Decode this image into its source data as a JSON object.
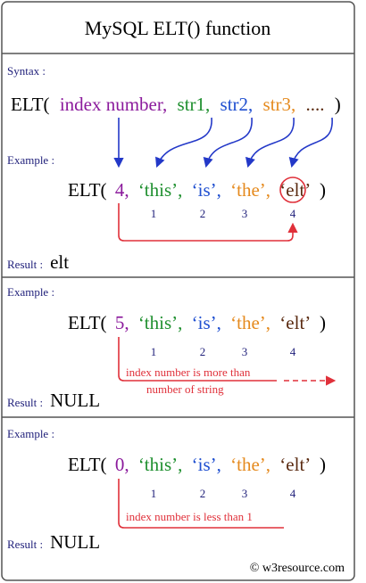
{
  "title": "MySQL ELT() function",
  "syntax": {
    "label": "Syntax :",
    "func": "ELT(",
    "args": [
      "index number,",
      "str1,",
      "str2,",
      "str3,",
      "....",
      ")"
    ]
  },
  "example1": {
    "label": "Example :",
    "func": "ELT(",
    "index": "4,",
    "strings": [
      "‘this’,",
      "‘is’,",
      "‘the’,",
      "‘elt’"
    ],
    "close": ")",
    "positions": [
      "1",
      "2",
      "3",
      "4"
    ],
    "result_label": "Result :",
    "result_value": "elt"
  },
  "example2": {
    "label": "Example :",
    "func": "ELT(",
    "index": "5,",
    "strings": [
      "‘this’,",
      "‘is’,",
      "‘the’,",
      "‘elt’"
    ],
    "close": ")",
    "positions": [
      "1",
      "2",
      "3",
      "4"
    ],
    "note_line1": "index number is more than",
    "note_line2": "number of string",
    "result_label": "Result :",
    "result_value": "NULL"
  },
  "example3": {
    "label": "Example :",
    "func": "ELT(",
    "index": "0,",
    "strings": [
      "‘this’,",
      "‘is’,",
      "‘the’,",
      "‘elt’"
    ],
    "close": ")",
    "positions": [
      "1",
      "2",
      "3",
      "4"
    ],
    "note": "index number is less than 1",
    "result_label": "Result :",
    "result_value": "NULL"
  },
  "footer": "© w3resource.com",
  "colors": {
    "border": "#555555",
    "navy": "#1f1f7a",
    "purple": "#8b1a9c",
    "green": "#1e8f2e",
    "blue": "#1f4fd0",
    "orange": "#e58a1e",
    "brown": "#5a2a10",
    "red": "#e0303a",
    "arrow_blue": "#2338c8"
  }
}
